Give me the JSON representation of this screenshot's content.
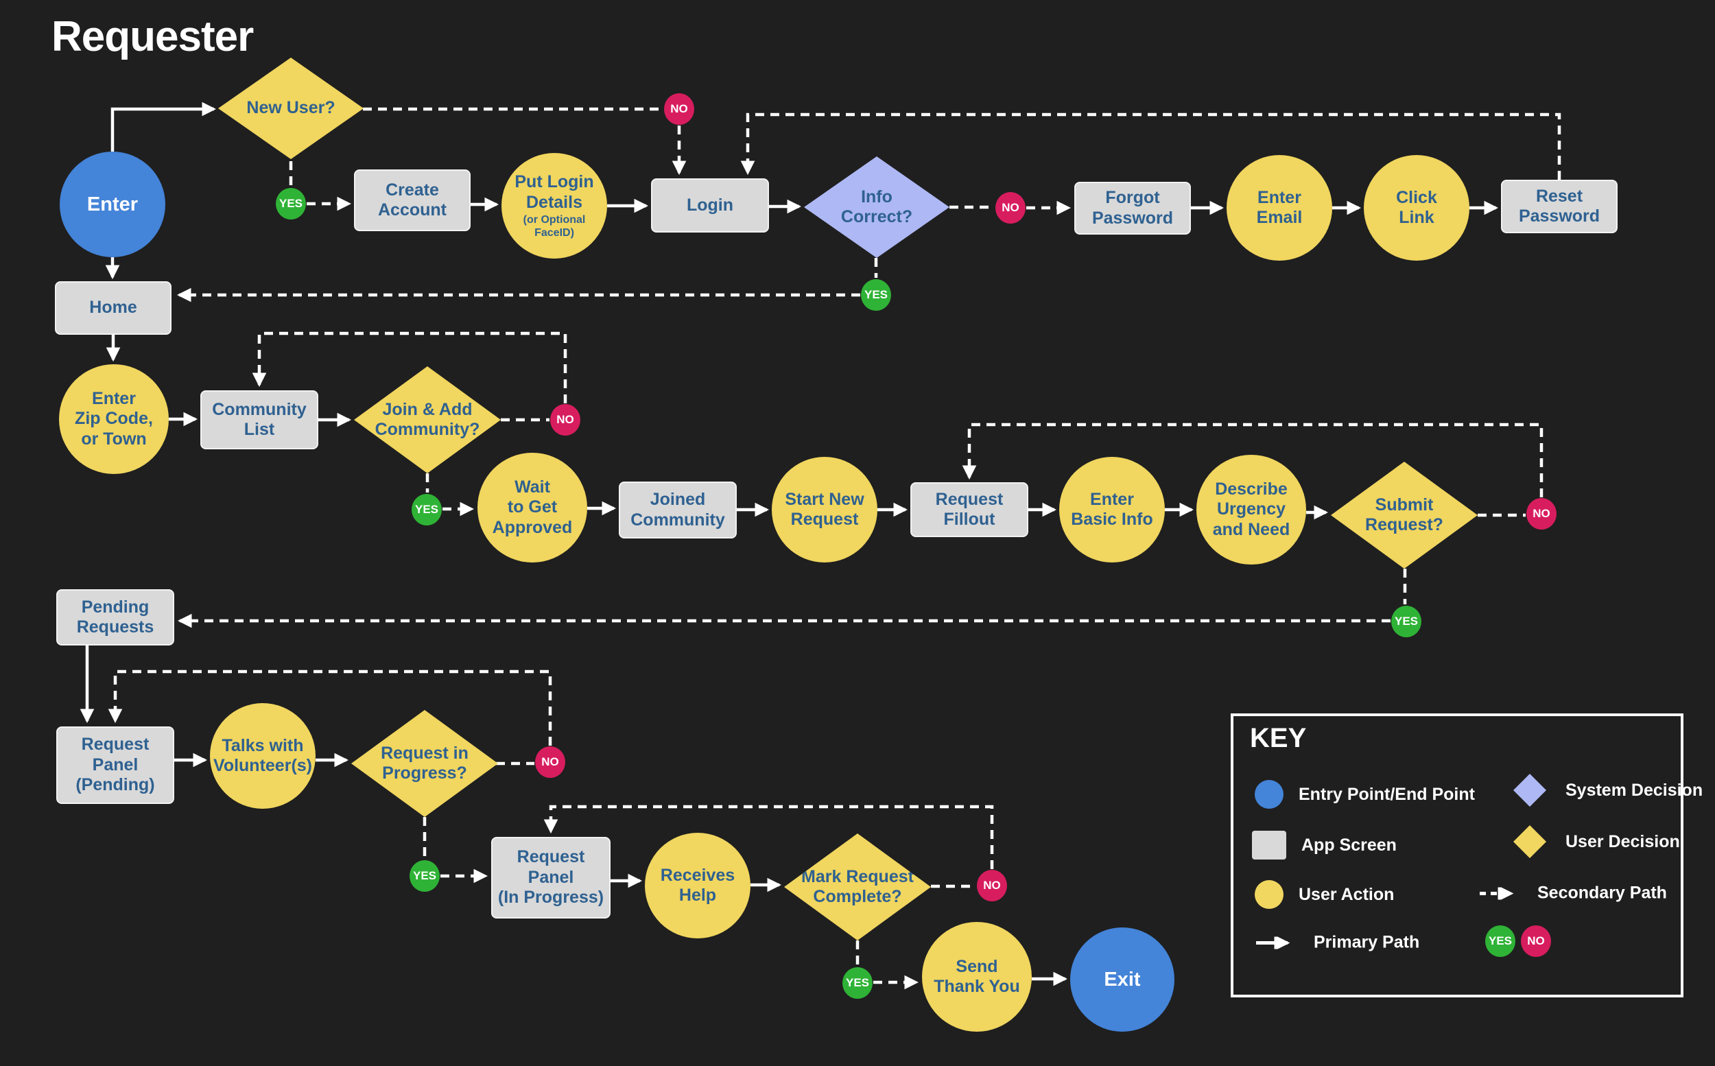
{
  "title": "Requester",
  "colors": {
    "background": "#1f1f1f",
    "user_action_yellow": "#f1d65f",
    "app_screen_gray": "#d9d9d9",
    "entry_blue": "#4484d9",
    "system_decision_purple": "#aeb8f4",
    "yes_green": "#2fb336",
    "no_pink": "#d81d5e",
    "label_blue": "#2f6191",
    "path_white": "#ffffff"
  },
  "badges": {
    "yes": "YES",
    "no": "NO"
  },
  "nodes": {
    "enter": {
      "label": "Enter"
    },
    "new_user": {
      "label": "New User?"
    },
    "create_account": {
      "label": "Create\nAccount"
    },
    "put_login_details": {
      "label": "Put Login\nDetails",
      "sublabel": "(or Optional\nFaceID)"
    },
    "login": {
      "label": "Login"
    },
    "info_correct": {
      "label": "Info\nCorrect?"
    },
    "forgot_password": {
      "label": "Forgot\nPassword"
    },
    "enter_email": {
      "label": "Enter\nEmail"
    },
    "click_link": {
      "label": "Click\nLink"
    },
    "reset_password": {
      "label": "Reset\nPassword"
    },
    "home": {
      "label": "Home"
    },
    "enter_zip": {
      "label": "Enter\nZip Code,\nor Town"
    },
    "community_list": {
      "label": "Community\nList"
    },
    "join_add_community": {
      "label": "Join & Add\nCommunity?"
    },
    "wait_to_get_approved": {
      "label": "Wait\nto Get\nApproved"
    },
    "joined_community": {
      "label": "Joined\nCommunity"
    },
    "start_new_request": {
      "label": "Start New\nRequest"
    },
    "request_fillout": {
      "label": "Request\nFillout"
    },
    "enter_basic_info": {
      "label": "Enter\nBasic Info"
    },
    "describe_urgency": {
      "label": "Describe\nUrgency\nand Need"
    },
    "submit_request": {
      "label": "Submit\nRequest?"
    },
    "pending_requests": {
      "label": "Pending\nRequests"
    },
    "request_panel_pending": {
      "label": "Request\nPanel\n(Pending)"
    },
    "talks_with_volunteers": {
      "label": "Talks with\nVolunteer(s)"
    },
    "request_in_progress": {
      "label": "Request in\nProgress?"
    },
    "request_panel_in_progress": {
      "label": "Request\nPanel\n(In Progress)"
    },
    "receives_help": {
      "label": "Receives\nHelp"
    },
    "mark_request_complete": {
      "label": "Mark Request\nComplete?"
    },
    "send_thank_you": {
      "label": "Send\nThank You"
    },
    "exit": {
      "label": "Exit"
    }
  },
  "key": {
    "title": "KEY",
    "entry_point": "Entry Point/End Point",
    "app_screen": "App Screen",
    "user_action": "User Action",
    "primary_path": "Primary Path",
    "system_decision": "System Decision",
    "user_decision": "User Decision",
    "secondary_path": "Secondary Path",
    "yes": "YES",
    "no": "NO"
  }
}
